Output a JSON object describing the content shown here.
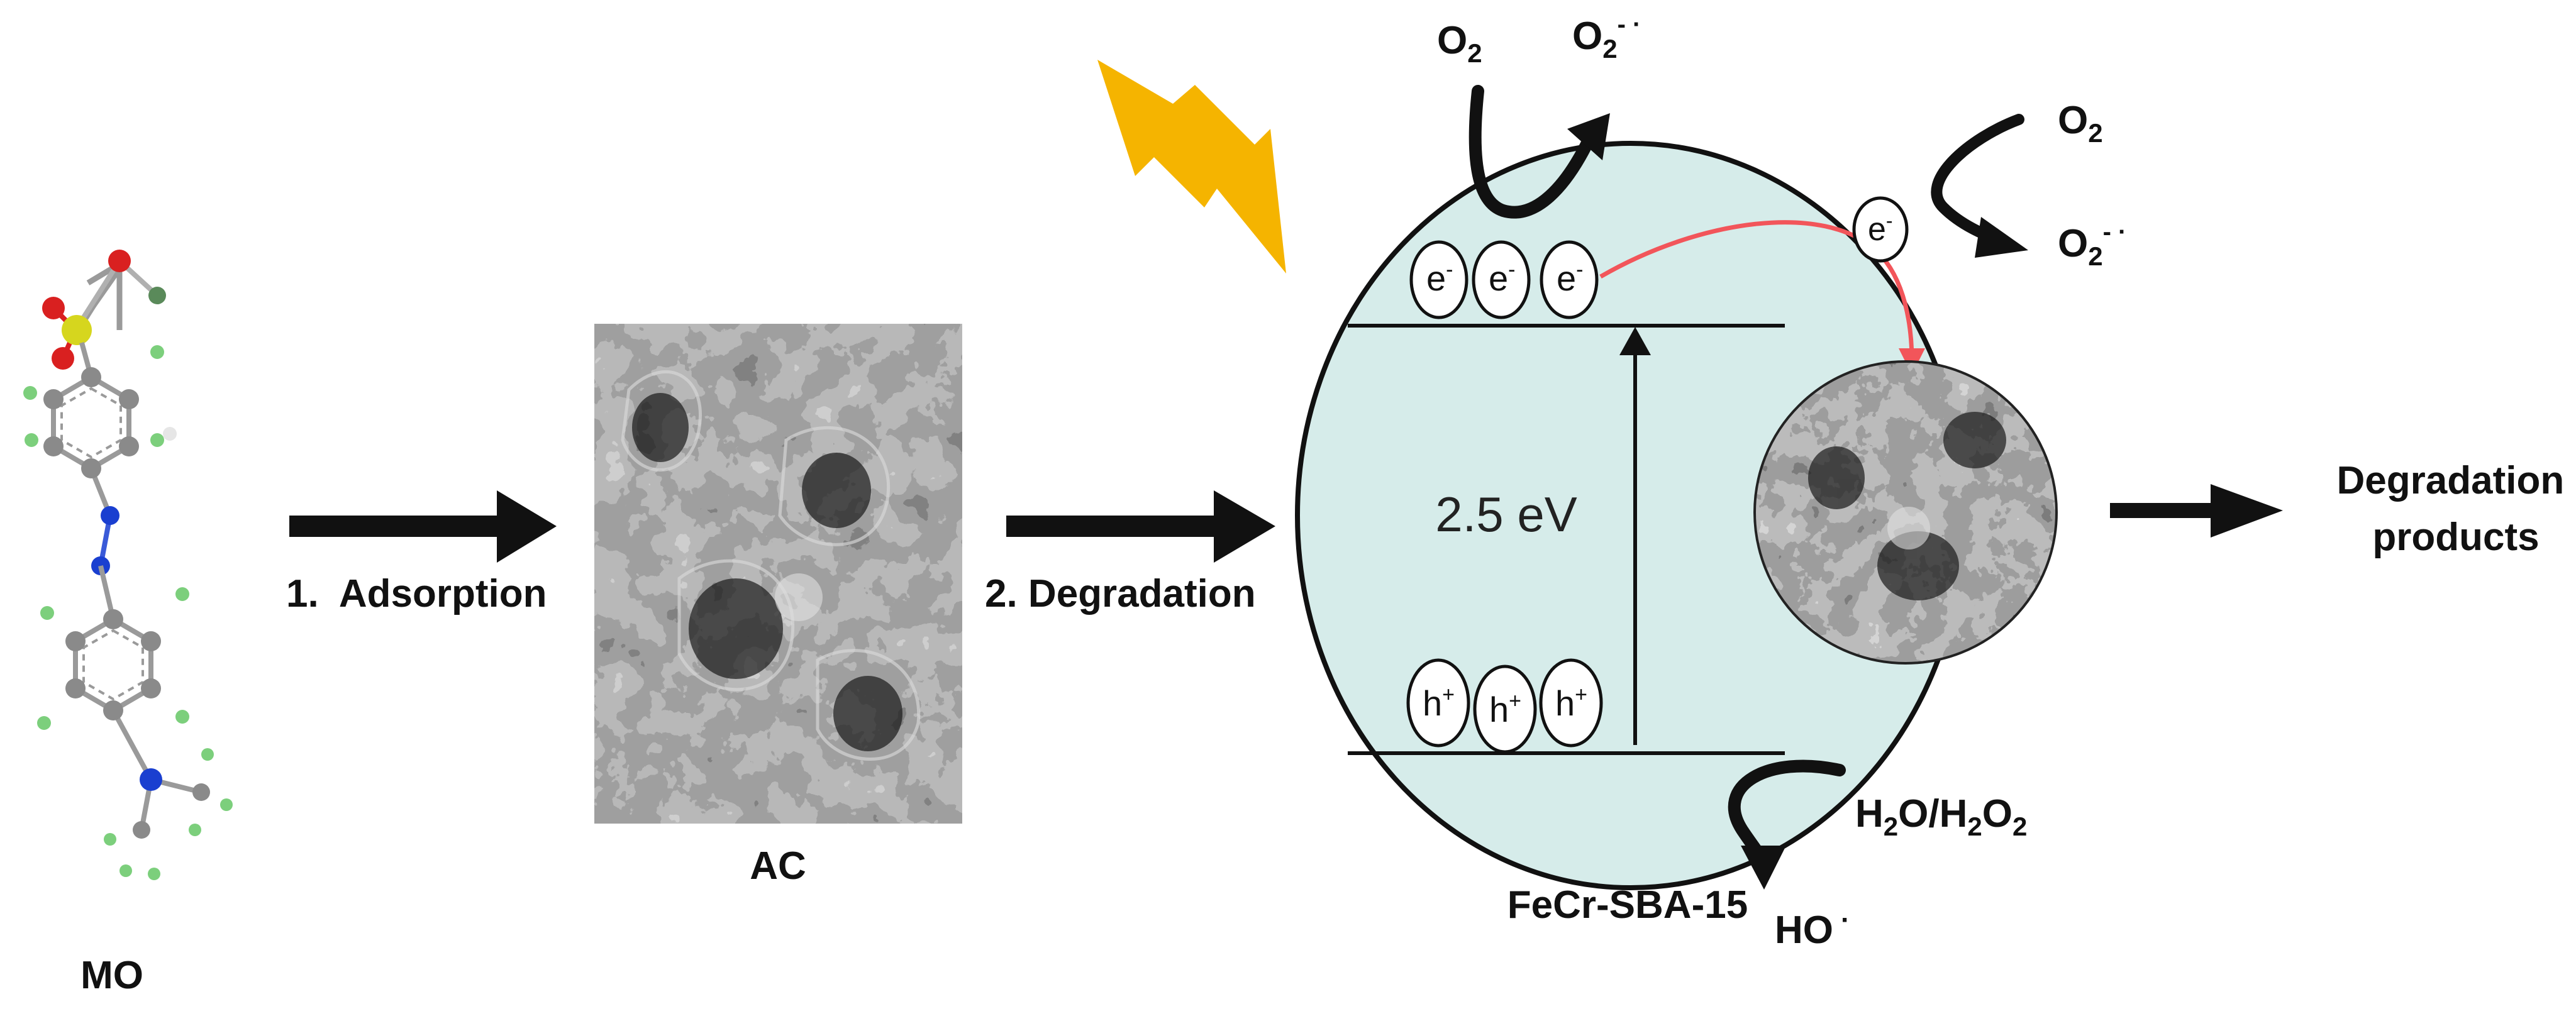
{
  "labels": {
    "mo": "MO",
    "ac": "AC",
    "step1": "1.  Adsorption",
    "step2": "2. Degradation",
    "catalyst": "FeCr-SBA-15",
    "band_gap": "2.5 eV",
    "products_line1": "Degradation",
    "products_line2": "products"
  },
  "species": {
    "oxygen_top": "O",
    "oxygen_top_sub": "2",
    "superoxide_top": "O",
    "superoxide_top_sub": "2",
    "superoxide_top_sup": "- ·",
    "oxygen_right": "O",
    "oxygen_right_sub": "2",
    "superoxide_right": "O",
    "superoxide_right_sub": "2",
    "superoxide_right_sup": "- ·",
    "water": "H",
    "water_sub1": "2",
    "water_mid": "O/H",
    "water_sub2": "2",
    "water_o": "O",
    "water_sub3": "2",
    "hydroxyl": "HO",
    "hydroxyl_dot": "·"
  },
  "carriers": {
    "electron": "e",
    "electron_sup": "-",
    "hole": "h",
    "hole_sup": "+"
  },
  "colors": {
    "ink": "#111111",
    "band": "#d6ecea",
    "lightning": "#f5b400",
    "transfer_arrow": "#f2555a",
    "sulfur": "#d6d61e",
    "oxygen_atom": "#d92020",
    "nitrogen_atom": "#1a3fd0",
    "carbon_atom": "#8a8a8a",
    "hydrogen_atom": "#7ccf7c"
  },
  "icons": {
    "molecule": "methyl-orange-molecule-icon",
    "lightning": "lightning-bolt-icon",
    "sem_ac": "sem-micrograph-icon",
    "sem_catalyst": "sem-micrograph-circle-icon"
  }
}
